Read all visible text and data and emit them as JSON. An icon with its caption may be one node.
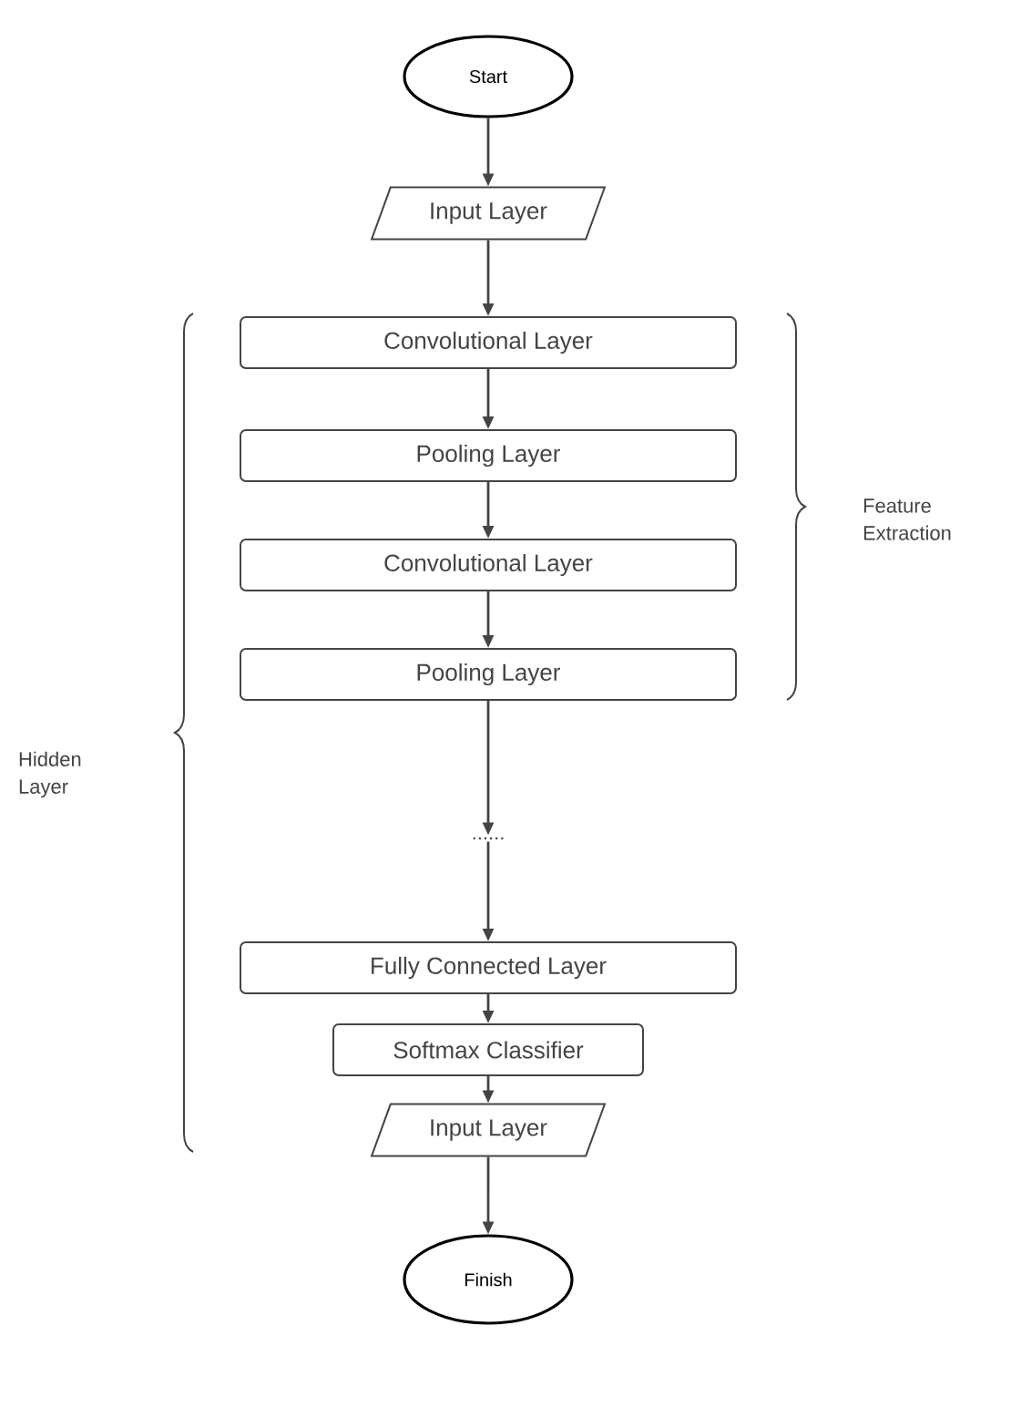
{
  "diagram": {
    "nodes": [
      {
        "text": [
          "Start"
        ]
      },
      {
        "text": [
          "Input Layer"
        ]
      },
      {
        "text": [
          "Convolutional Layer"
        ]
      },
      {
        "text": [
          "Pooling Layer"
        ]
      },
      {
        "text": [
          "Convolutional Layer"
        ]
      },
      {
        "text": [
          "Pooling Layer"
        ]
      },
      {
        "text": [
          "......"
        ]
      },
      {
        "text": [
          "Fully Connected Layer"
        ]
      },
      {
        "text": [
          "Softmax Classifier"
        ]
      },
      {
        "text": [
          "Input Layer"
        ]
      },
      {
        "text": [
          "Finish"
        ]
      }
    ],
    "edges": [
      {
        "from": 0,
        "to": 1,
        "arrow": "to"
      },
      {
        "from": 1,
        "to": 2,
        "arrow": "to"
      },
      {
        "from": 2,
        "to": 3,
        "arrow": "to"
      },
      {
        "from": 3,
        "to": 4,
        "arrow": "to"
      },
      {
        "from": 4,
        "to": 5,
        "arrow": "to"
      },
      {
        "from": 5,
        "to": 6,
        "arrow": "to"
      },
      {
        "from": 6,
        "to": 7,
        "arrow": "to"
      },
      {
        "from": 7,
        "to": 8,
        "arrow": "to"
      },
      {
        "from": 8,
        "to": 9,
        "arrow": "to"
      },
      {
        "from": 9,
        "to": 10,
        "arrow": "to"
      }
    ],
    "labels": [
      "Feature Extraction",
      "Hidden Layer"
    ]
  }
}
